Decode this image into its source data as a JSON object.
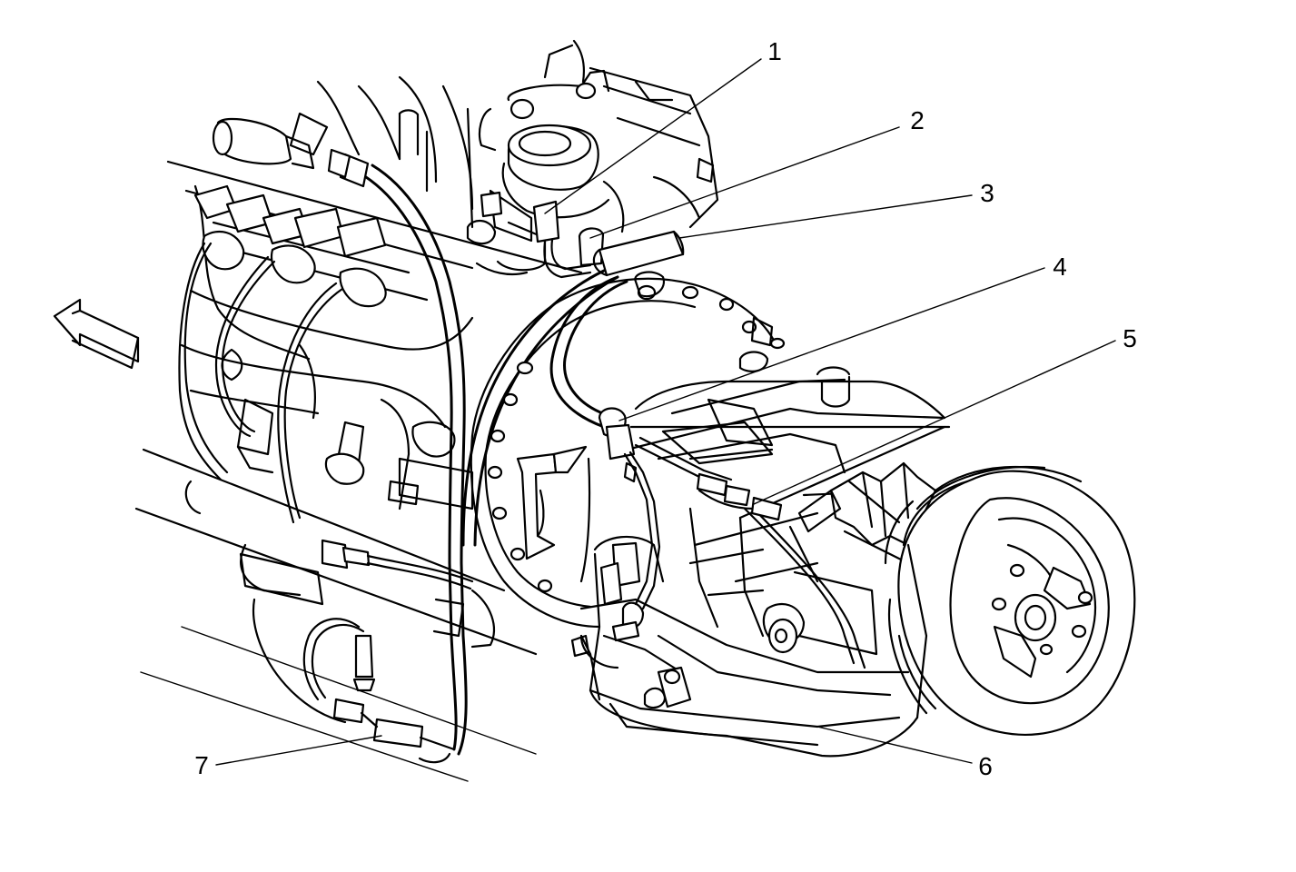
{
  "callouts": [
    {
      "number": "1"
    },
    {
      "number": "2"
    },
    {
      "number": "3"
    },
    {
      "number": "4"
    },
    {
      "number": "5"
    },
    {
      "number": "6"
    },
    {
      "number": "7"
    }
  ],
  "icons": {
    "direction": "arrow-left-icon"
  }
}
